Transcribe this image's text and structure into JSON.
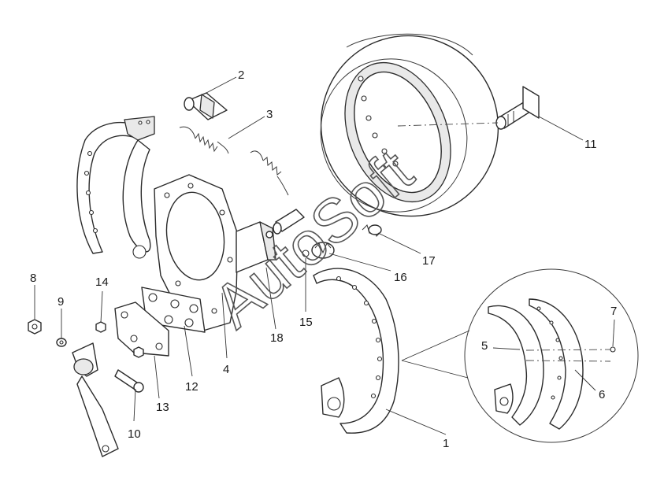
{
  "diagram": {
    "callouts": [
      {
        "id": "1",
        "label": "1"
      },
      {
        "id": "2",
        "label": "2"
      },
      {
        "id": "3",
        "label": "3"
      },
      {
        "id": "4",
        "label": "4"
      },
      {
        "id": "5",
        "label": "5"
      },
      {
        "id": "6",
        "label": "6"
      },
      {
        "id": "7",
        "label": "7"
      },
      {
        "id": "8",
        "label": "8"
      },
      {
        "id": "9",
        "label": "9"
      },
      {
        "id": "10",
        "label": "10"
      },
      {
        "id": "11",
        "label": "11"
      },
      {
        "id": "12",
        "label": "12"
      },
      {
        "id": "13",
        "label": "13"
      },
      {
        "id": "14",
        "label": "14"
      },
      {
        "id": "15",
        "label": "15"
      },
      {
        "id": "16",
        "label": "16"
      },
      {
        "id": "17",
        "label": "17"
      },
      {
        "id": "18",
        "label": "18"
      }
    ],
    "watermark": "AutoSoft"
  }
}
